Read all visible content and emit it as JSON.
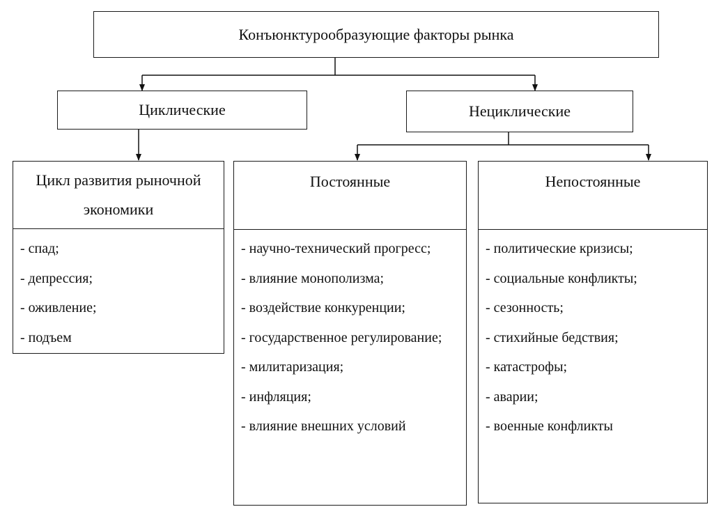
{
  "root": {
    "title": "Конъюнктурообразующие факторы рынка"
  },
  "cyclic": {
    "title": "Циклические",
    "column": {
      "title": "Цикл развития рыночной экономики",
      "items": [
        "- спад;",
        "- депрессия;",
        "- оживление;",
        "- подъем"
      ]
    }
  },
  "noncyclic": {
    "title": "Нециклические",
    "permanent": {
      "title": "Постоянные",
      "items": [
        "- научно-технический прогресс;",
        "- влияние монополизма;",
        "- воздействие конкуренции;",
        "- государственное регулирование;",
        "- милитаризация;",
        "- инфляция;",
        "- влияние внешних условий"
      ]
    },
    "temporary": {
      "title": "Непостоянные",
      "items": [
        "- политические кризисы;",
        "- социальные конфликты;",
        "- сезонность;",
        "- стихийные бедствия;",
        "- катастрофы;",
        "- аварии;",
        "- военные конфликты"
      ]
    }
  }
}
